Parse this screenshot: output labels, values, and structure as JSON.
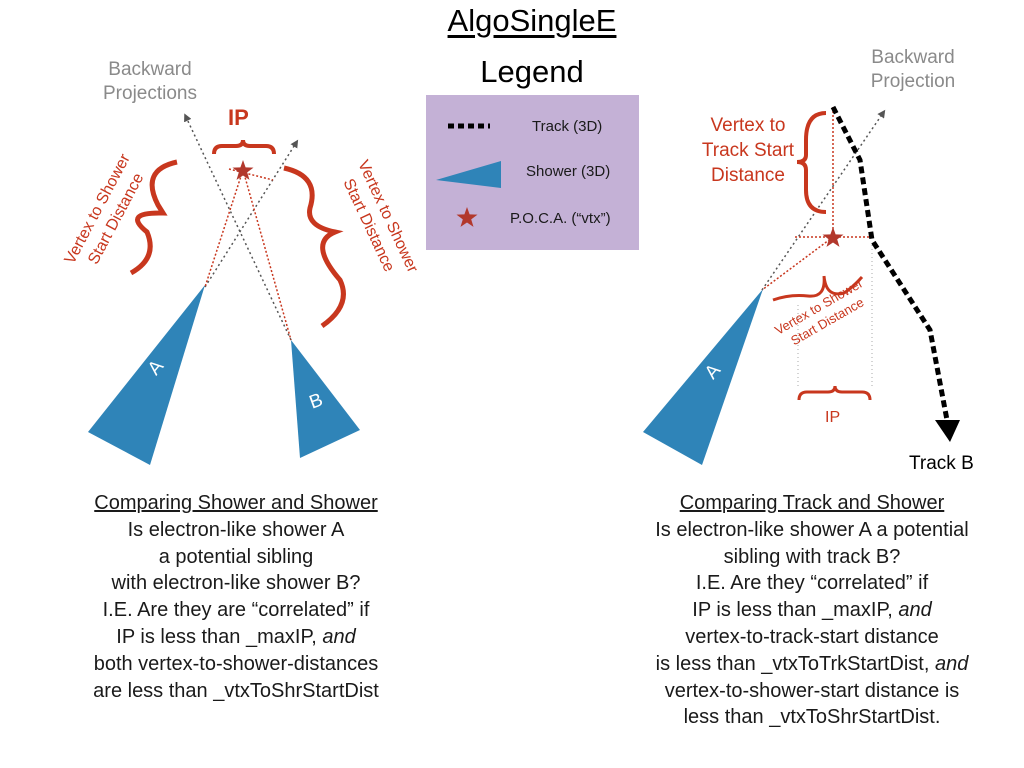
{
  "title": "AlgoSingleE",
  "legend": {
    "title": "Legend",
    "track_label": "Track (3D)",
    "shower_label": "Shower (3D)",
    "poca_label": "P.O.C.A. (“vtx”)"
  },
  "left_diagram": {
    "backward_projections": [
      "Backward",
      "Projections"
    ],
    "ip_label": "IP",
    "vertex_to_shower_left": [
      "Vertex to Shower",
      "Start Distance"
    ],
    "vertex_to_shower_right": [
      "Vertex to Shower",
      "Start Distance"
    ],
    "shower_a": "A",
    "shower_b": "B"
  },
  "right_diagram": {
    "backward_projection": [
      "Backward",
      "Projection"
    ],
    "vertex_to_track": [
      "Vertex to",
      "Track Start",
      "Distance"
    ],
    "vertex_to_shower": [
      "Vertex to Shower",
      "Start Distance"
    ],
    "ip_label": "IP",
    "shower_a": "A",
    "track_b": "Track B"
  },
  "left_caption": {
    "heading": "Comparing Shower and Shower",
    "lines": [
      "Is electron-like shower A",
      "a potential sibling",
      "with electron-like shower B?",
      "I.E. Are they are “correlated” if"
    ],
    "ip_line_prefix": "IP is less than _maxIP, ",
    "and_word": "and",
    "tail_lines": [
      "both vertex-to-shower-distances",
      "are less than _vtxToShrStartDist"
    ]
  },
  "right_caption": {
    "heading": "Comparing Track and Shower",
    "lines": [
      "Is electron-like shower A a potential",
      "sibling with track B?",
      "I.E. Are they “correlated” if"
    ],
    "ip_line_prefix": "IP is less than _maxIP, ",
    "and_word": "and",
    "mid_line": "vertex-to-track-start distance",
    "trk_line_prefix": "is less than _vtxToTrkStartDist, ",
    "tail_lines": [
      "vertex-to-shower-start distance is",
      "less than _vtxToShrStartDist."
    ]
  },
  "colors": {
    "red": "#c8371e",
    "shower_blue": "#2f84b8",
    "legend_bg": "#c4b1d6",
    "gray_text": "#8a8a8a"
  }
}
